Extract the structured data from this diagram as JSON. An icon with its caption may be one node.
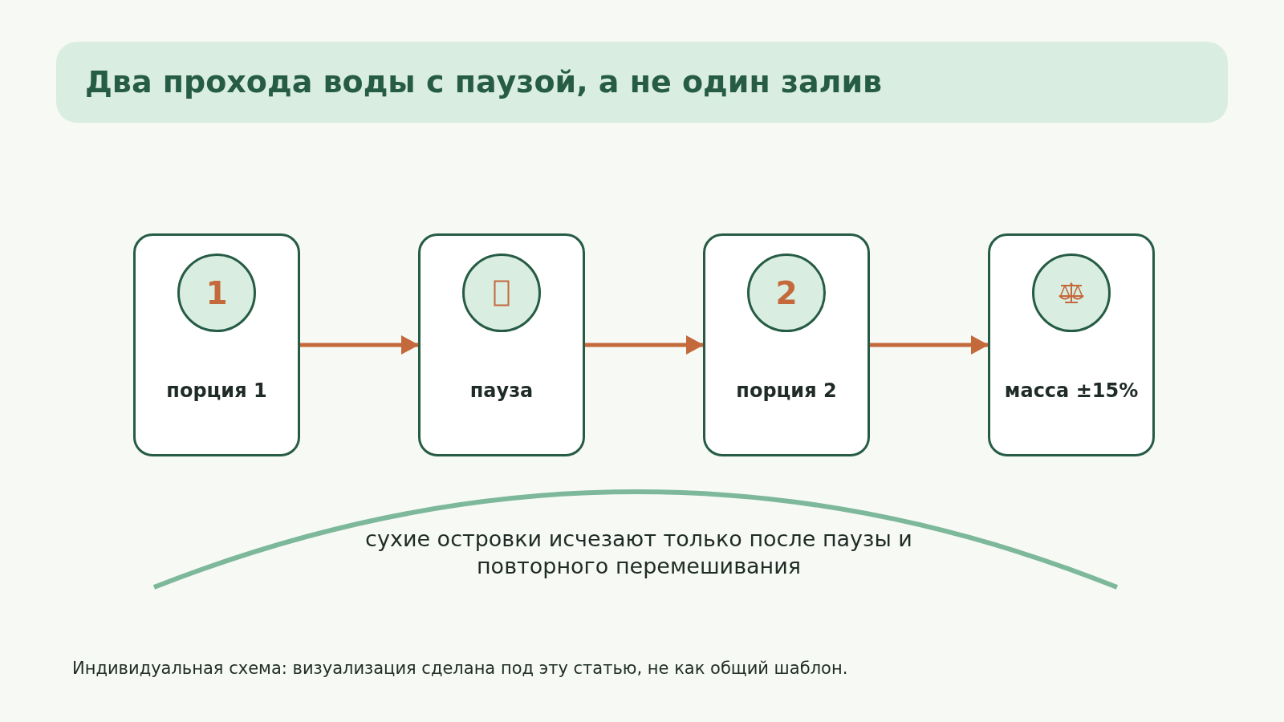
{
  "diagram": {
    "title": "Два прохода воды с паузой, а не один залив",
    "caption": "Индивидуальная схема: визуализация сделана под эту статью, не как общий шаблон.",
    "nodes": [
      {
        "text": [
          "порция 1"
        ]
      },
      {
        "text": [
          "1"
        ],
        "in": 0
      },
      {
        "text": [
          "пауза"
        ]
      },
      {
        "text": [],
        "shape": "circle",
        "in": 2
      },
      {
        "text": [
          "порция 2"
        ]
      },
      {
        "text": [
          "2"
        ],
        "in": 4
      },
      {
        "text": [
          "масса ±15%"
        ]
      },
      {
        "text": [],
        "shape": "circle",
        "in": 6
      }
    ],
    "edges": [
      {
        "from": 0,
        "to": 2,
        "arrow": "to"
      },
      {
        "from": 2,
        "to": 4,
        "arrow": "to"
      },
      {
        "from": 4,
        "to": 6,
        "arrow": "to"
      }
    ],
    "labels": [
      "сухие островки исчезают только после паузы и повторного перемешивания"
    ]
  }
}
